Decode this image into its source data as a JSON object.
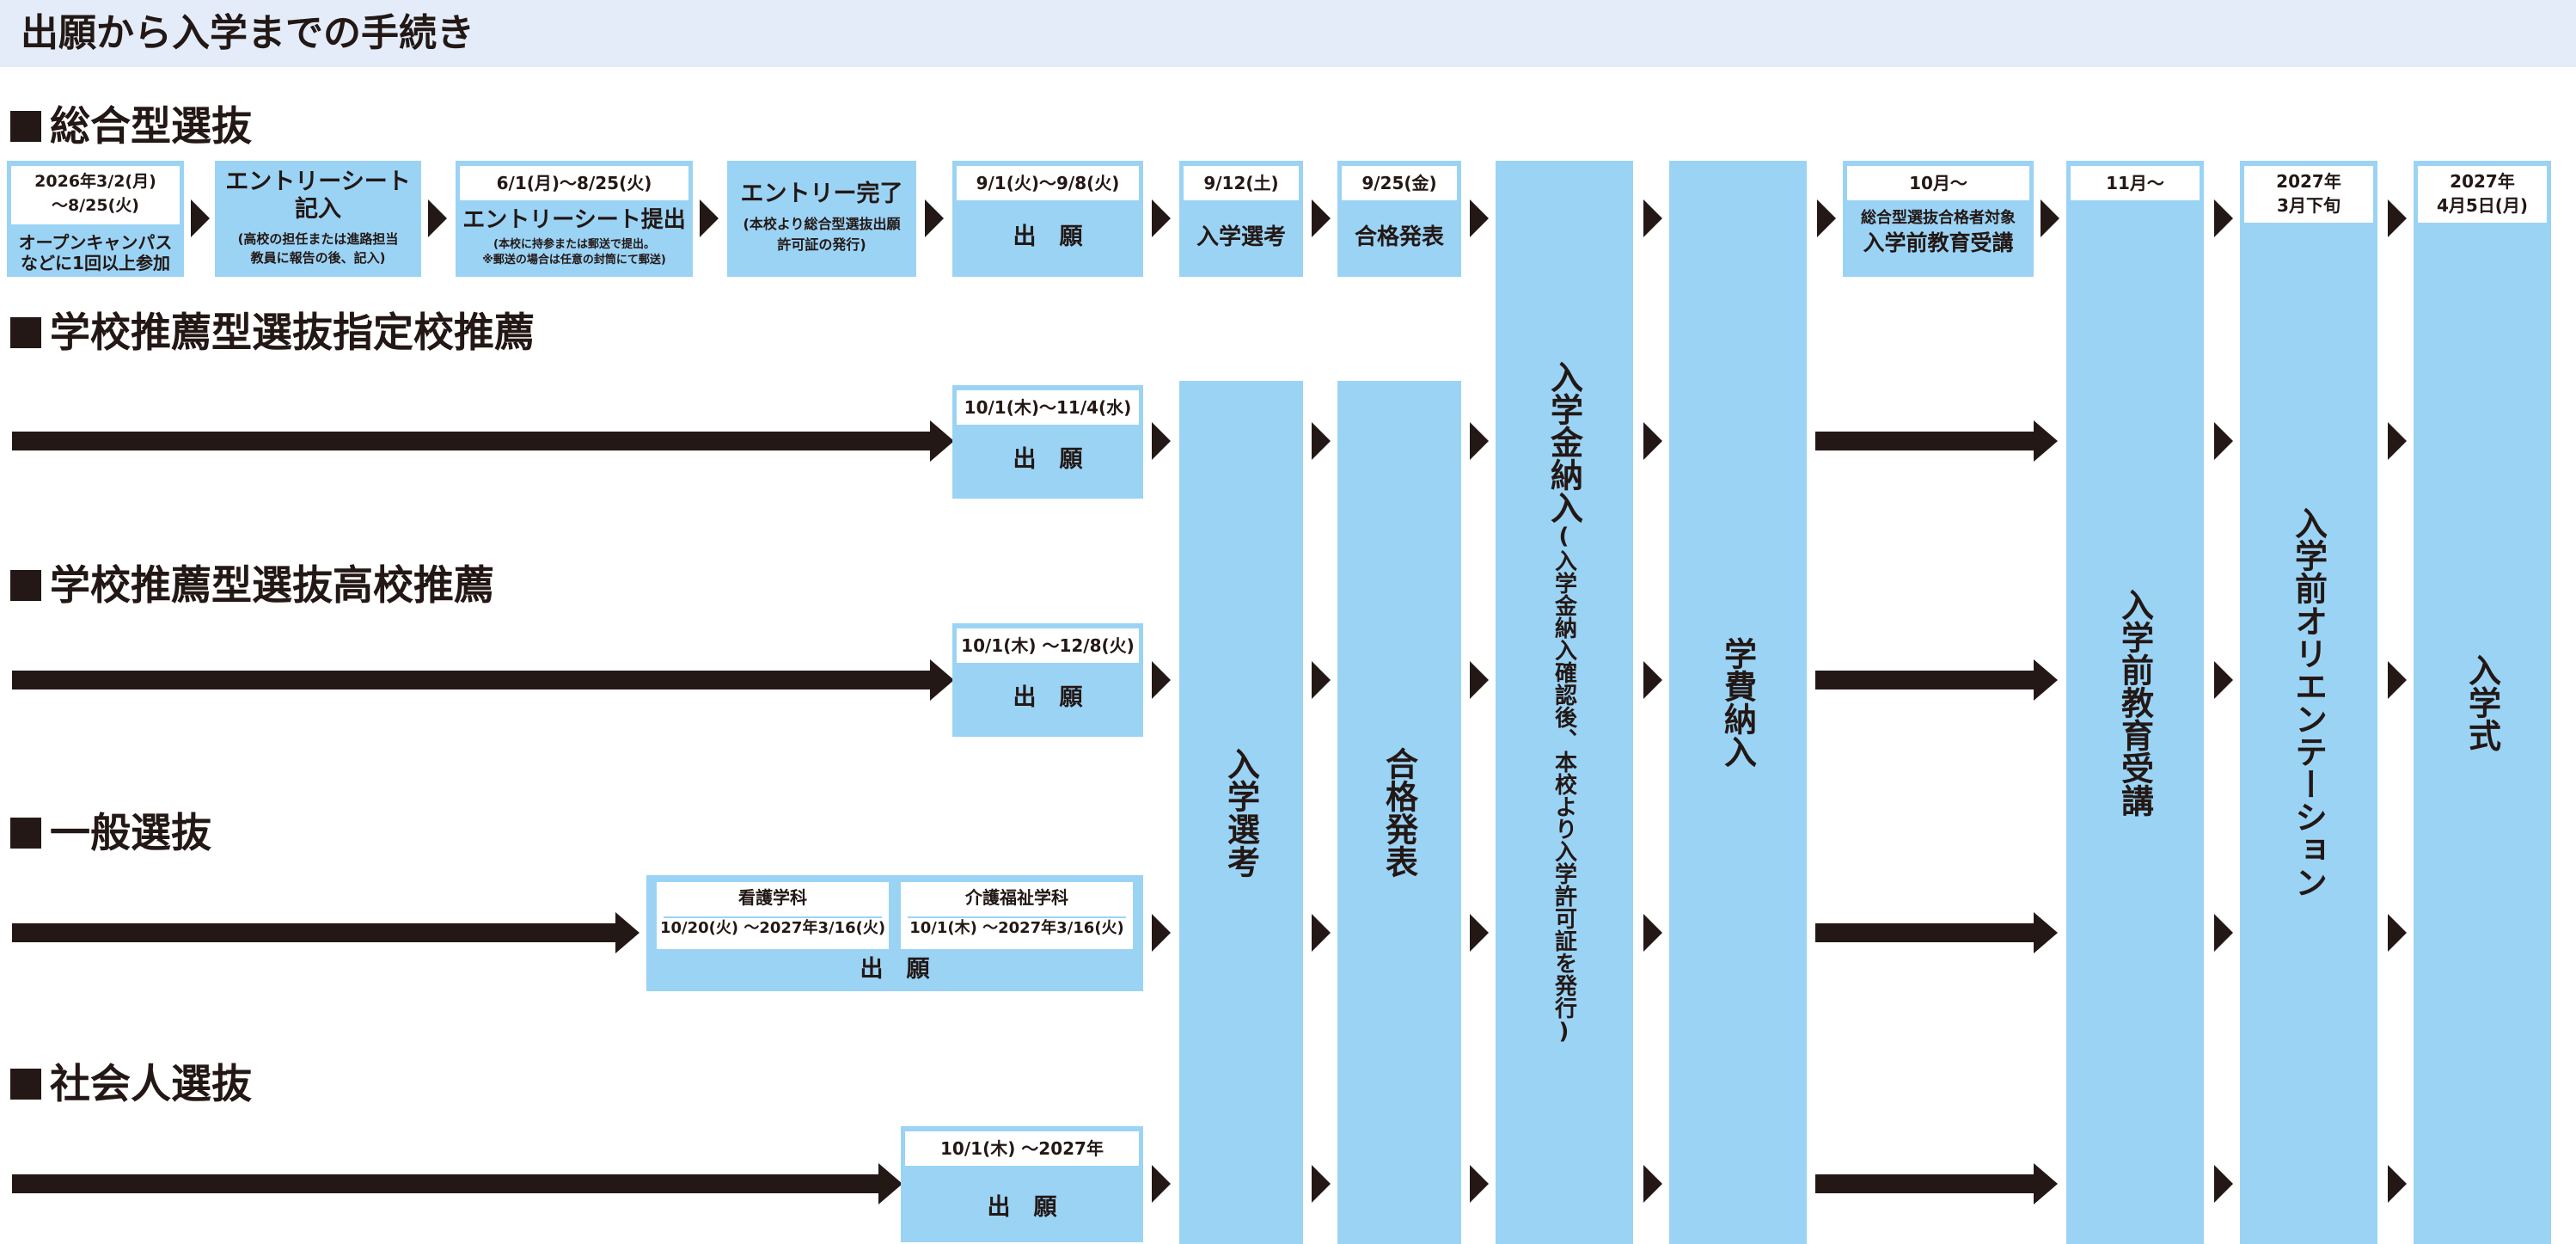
{
  "header": {
    "title": "出願から入学までの手続き"
  },
  "colors": {
    "box": "#9bd3f5",
    "ink": "#231815",
    "header_bg": "#e3ecf8"
  },
  "sections": {
    "sogo": "総合型選抜",
    "shitei": "学校推薦型選抜指定校推薦",
    "koko": "学校推薦型選抜高校推薦",
    "ippan": "一般選抜",
    "shakai": "社会人選抜"
  },
  "sogo": {
    "campus_date1": "2026年3/2(月)",
    "campus_date2": "～8/25(火)",
    "campus_text1": "オープンキャンパス",
    "campus_text2": "などに1回以上参加",
    "entry_title1": "エントリーシート",
    "entry_title2": "記入",
    "entry_note1": "(高校の担任または進路担当",
    "entry_note2": "教員に報告の後、記入)",
    "submit_date": "6/1(月)～8/25(火)",
    "submit_title": "エントリーシート提出",
    "submit_note1": "(本校に持参または郵送で提出。",
    "submit_note2": "※郵送の場合は任意の封筒にて郵送)",
    "complete_title": "エントリー完了",
    "complete_note1": "(本校より総合型選抜出願",
    "complete_note2": "許可証の発行)",
    "apply_date": "9/1(火)～9/8(火)",
    "apply_label": "出　願",
    "exam_date": "9/12(土)",
    "exam_label": "入学選考",
    "result_date": "9/25(金)",
    "result_label": "合格発表",
    "pre_date": "10月～",
    "pre_text1": "総合型選抜合格者対象",
    "pre_text2": "入学前教育受講"
  },
  "shitei": {
    "apply_date": "10/1(木)～11/4(水)",
    "apply_label": "出　願"
  },
  "koko": {
    "apply_date": "10/1(木) ～12/8(火)",
    "apply_label": "出　願"
  },
  "ippan": {
    "dept1": "看護学科",
    "dept1_date": "10/20(火) ～2027年3/16(火)",
    "dept2": "介護福祉学科",
    "dept2_date": "10/1(木) ～2027年3/16(火)",
    "apply_label": "出　願"
  },
  "shakai": {
    "apply_date": "10/1(木) ～2027年3/16(火)",
    "apply_label": "出　願"
  },
  "columns": {
    "exam": "入学選考",
    "result": "合格発表",
    "fee_main": "入学金納入",
    "fee_note": "(入学金納入確認後、本校より入学許可証を発行)",
    "tuition": "学費納入",
    "pre_edu_date": "11月～",
    "pre_edu": "入学前教育受講",
    "orient_date1": "2027年",
    "orient_date2": "3月下旬",
    "orient": "入学前オリエンテーション",
    "ceremony_date1": "2027年",
    "ceremony_date2": "4月5日(月)",
    "ceremony": "入学式"
  }
}
